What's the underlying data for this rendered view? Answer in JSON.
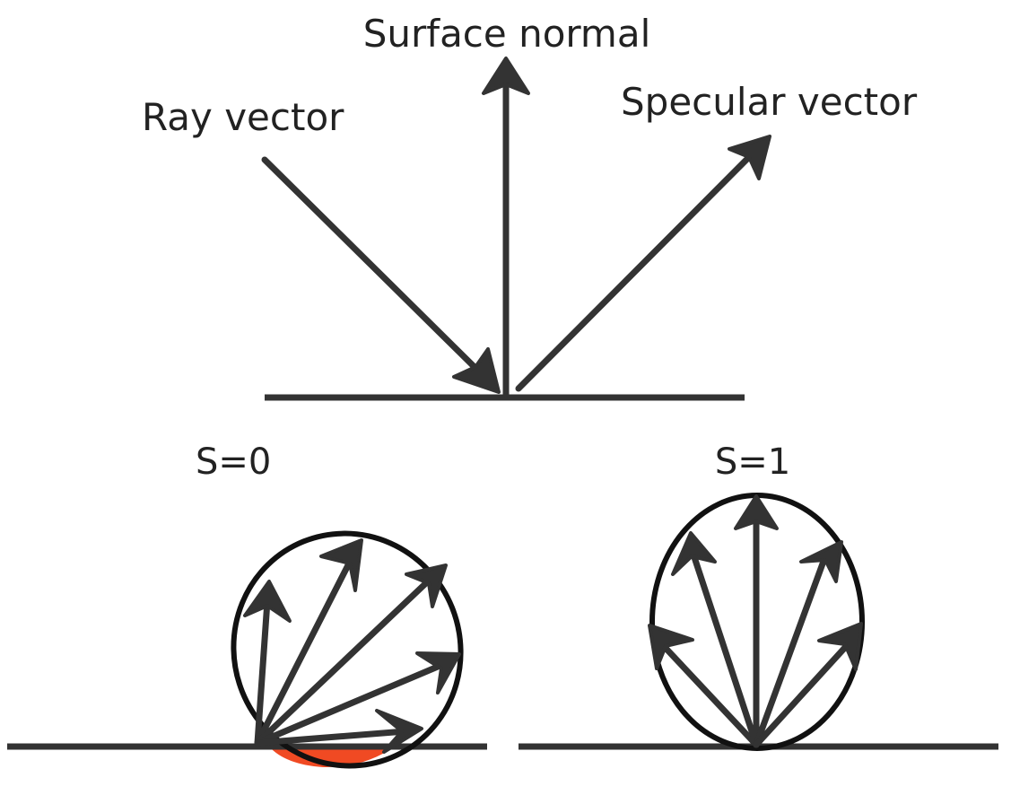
{
  "labels": {
    "surface_normal": "Surface normal",
    "ray_vector": "Ray vector",
    "specular_vector": "Specular vector",
    "s0": "S=0",
    "s1": "S=1"
  },
  "colors": {
    "stroke": "#333333",
    "outline": "#111111",
    "highlight": "#f04a23",
    "background": "#ffffff"
  }
}
